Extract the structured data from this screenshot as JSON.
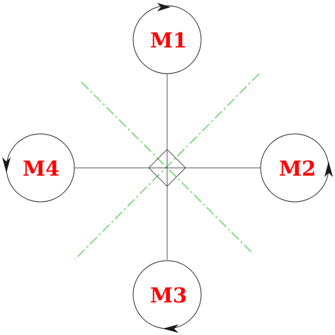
{
  "colors": {
    "label": "#ff0000",
    "arms": "#555555",
    "diagonals": "#22c41a",
    "circles": "#2a2a2a"
  },
  "motors": [
    {
      "id": "m1",
      "label": "M1",
      "position": "top",
      "rotation": "clockwise",
      "arrow_icon": "arrowhead-right-icon"
    },
    {
      "id": "m2",
      "label": "M2",
      "position": "right",
      "rotation": "counter-clockwise",
      "arrow_icon": "arrowhead-up-icon"
    },
    {
      "id": "m3",
      "label": "M3",
      "position": "bottom",
      "rotation": "clockwise",
      "arrow_icon": "arrowhead-left-icon"
    },
    {
      "id": "m4",
      "label": "M4",
      "position": "left",
      "rotation": "counter-clockwise",
      "arrow_icon": "arrowhead-down-icon"
    }
  ]
}
